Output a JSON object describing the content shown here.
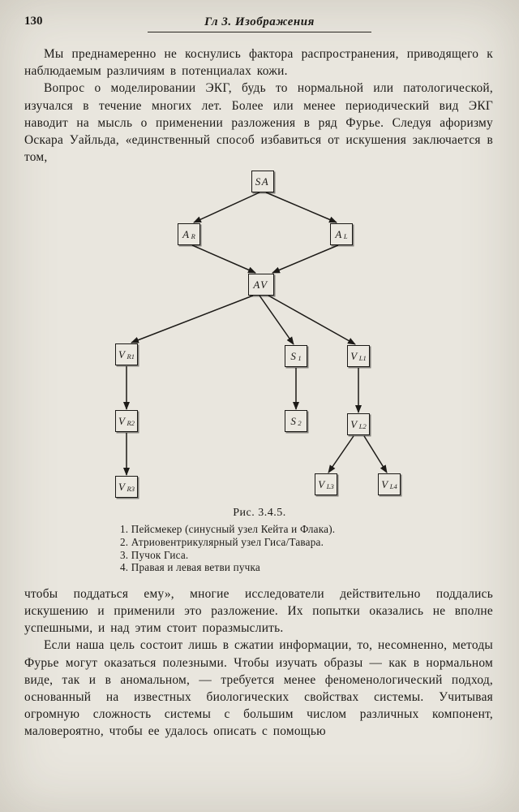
{
  "colors": {
    "paper": "#e9e6de",
    "ink": "#1c1a17"
  },
  "page": {
    "number": "130",
    "header": "Гл 3. Изображения"
  },
  "paragraphs": {
    "p1": "Мы преднамеренно не коснулись фактора распространения, приводящего к наблюдаемым различиям в потенциалах кожи.",
    "p2": "Вопрос о моделировании ЭКГ, будь то нормальной или патологической, изучался в течение многих лет. Более или менее периодический вид ЭКГ наводит на мысль о применении разложения в ряд Фурье. Следуя афоризму Оскара Уайльда, «единственный способ избавиться от искушения заключается в том,",
    "p3": "чтобы поддаться ему», многие исследователи действительно поддались искушению и применили это разложение. Их попытки оказались не вполне успешными, и над этим стоит поразмыслить.",
    "p4": "Если наша цель состоит лишь в сжатии информации, то, несомненно, методы Фурье могут оказаться полезными. Чтобы изучать образы — как в нормальном виде, так и в аномальном, — требуется менее феноменологический подход, основанный на известных биологических свойствах системы. Учитывая огромную сложность системы с большим числом различных компонент, маловероятно, чтобы ее удалось описать с помощью"
  },
  "figure": {
    "caption": "Рис. 3.4.5.",
    "legend": [
      "1. Пейсмекер (синусный узел Кейта и Флака).",
      "2. Атриовентрикулярный узел Гиса/Тавара.",
      "3. Пучок Гиса.",
      "4. Правая и левая ветви пучка"
    ],
    "nodes": {
      "sa": {
        "main": "SA",
        "sub": ""
      },
      "ar": {
        "main": "A",
        "sub": "R"
      },
      "al": {
        "main": "A",
        "sub": "L"
      },
      "av": {
        "main": "AV",
        "sub": ""
      },
      "vr1": {
        "main": "V",
        "sub": "R1"
      },
      "s1": {
        "main": "S",
        "sub": "1"
      },
      "vl1": {
        "main": "V",
        "sub": "L1"
      },
      "vr2": {
        "main": "V",
        "sub": "R2"
      },
      "s2": {
        "main": "S",
        "sub": "2"
      },
      "vl2": {
        "main": "V",
        "sub": "L2"
      },
      "vr3": {
        "main": "V",
        "sub": "R3"
      },
      "vl3": {
        "main": "V",
        "sub": "L3"
      },
      "vl4": {
        "main": "V",
        "sub": "L4"
      }
    }
  }
}
